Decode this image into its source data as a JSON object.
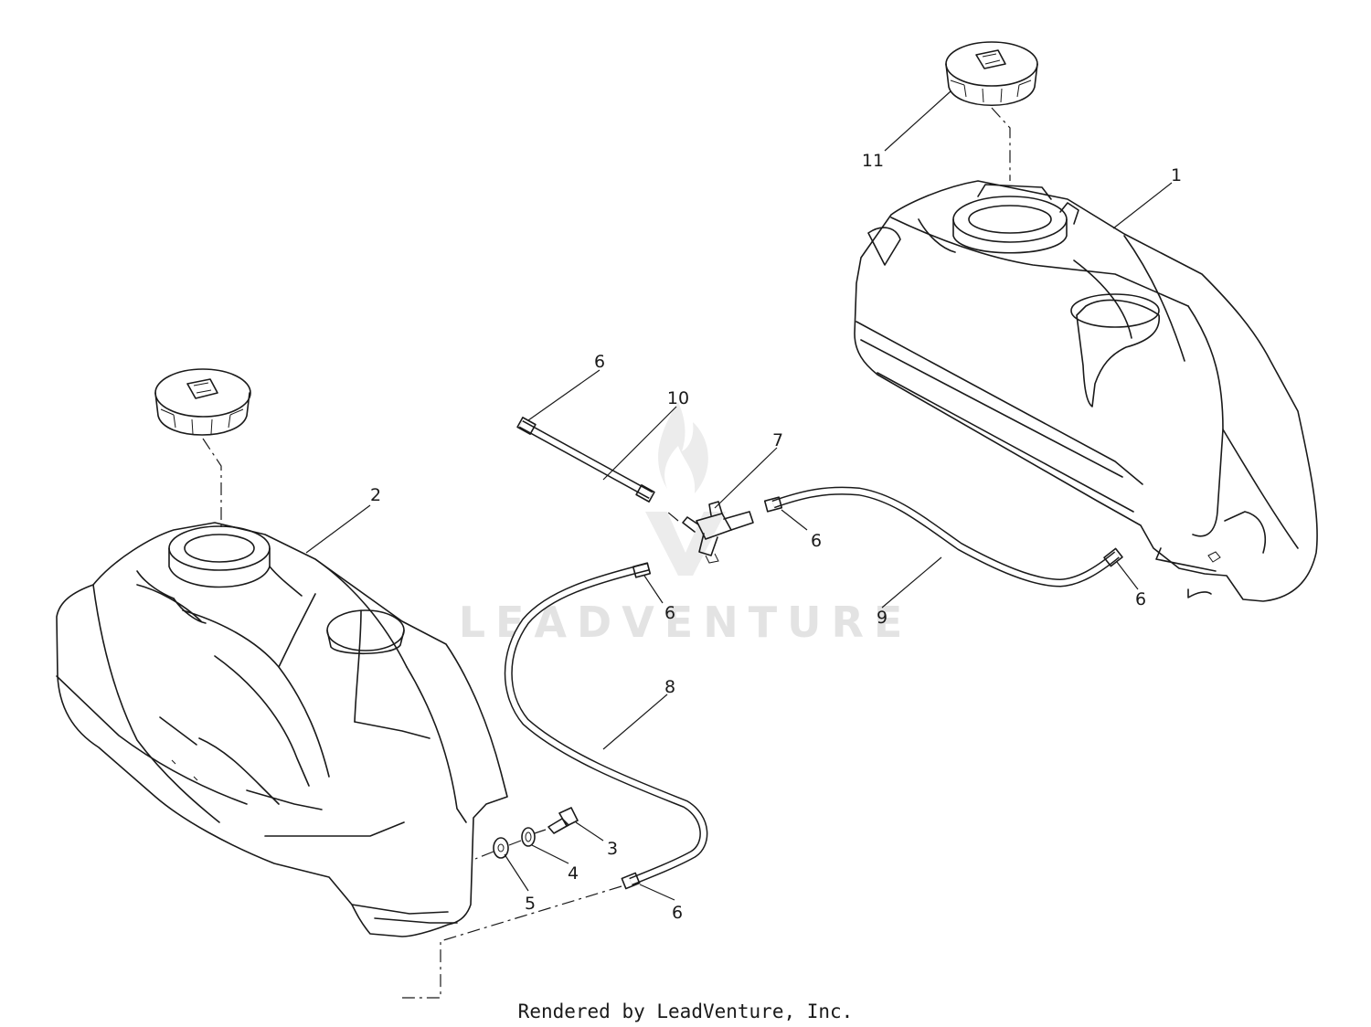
{
  "watermark": {
    "text": "LEADVENTURE"
  },
  "footer": {
    "text": "Rendered by LeadVenture, Inc."
  },
  "callouts": [
    {
      "id": "c11",
      "label": "11"
    },
    {
      "id": "c1",
      "label": "1"
    },
    {
      "id": "c6a",
      "label": "6"
    },
    {
      "id": "c10",
      "label": "10"
    },
    {
      "id": "c7",
      "label": "7"
    },
    {
      "id": "c2",
      "label": "2"
    },
    {
      "id": "c6b",
      "label": "6"
    },
    {
      "id": "c6c",
      "label": "6"
    },
    {
      "id": "c6d",
      "label": "6"
    },
    {
      "id": "c9",
      "label": "9"
    },
    {
      "id": "c8",
      "label": "8"
    },
    {
      "id": "c3",
      "label": "3"
    },
    {
      "id": "c4",
      "label": "4"
    },
    {
      "id": "c5",
      "label": "5"
    },
    {
      "id": "c6e",
      "label": "6"
    }
  ]
}
